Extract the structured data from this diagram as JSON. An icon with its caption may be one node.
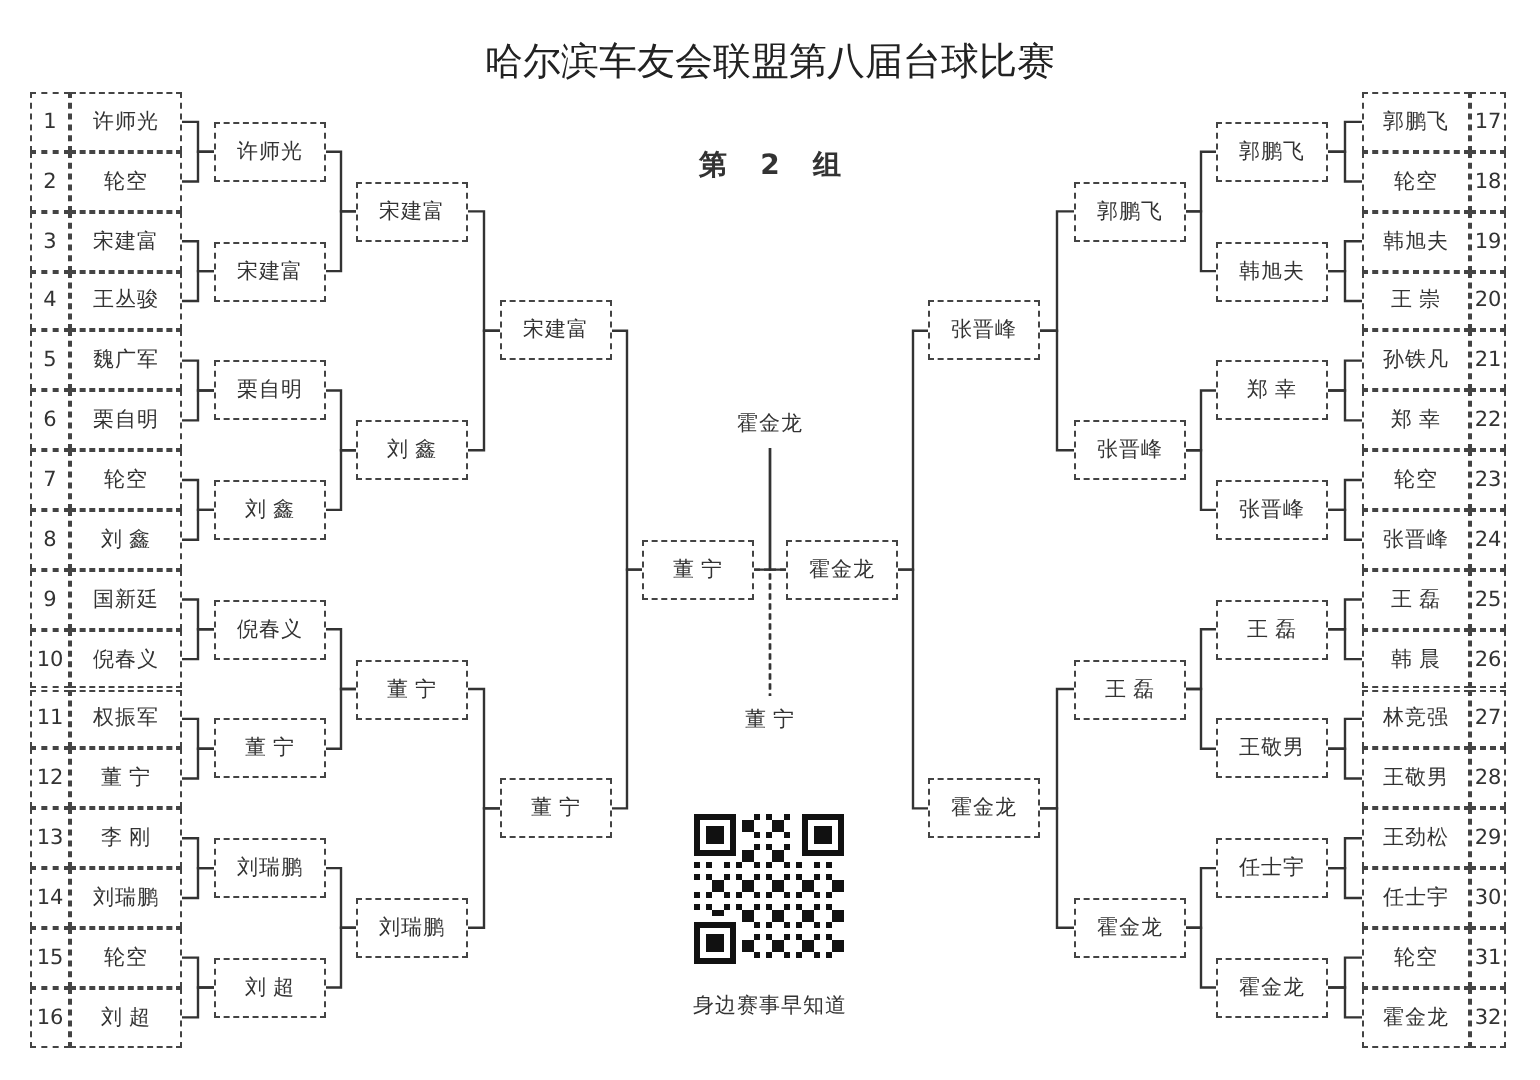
{
  "diagram": {
    "title": "哈尔滨车友会联盟第八届台球比赛",
    "nodes": [
      {
        "text": [
          "1",
          "许师光"
        ]
      },
      {
        "text": [
          "2",
          "轮空"
        ]
      },
      {
        "text": [
          "3",
          "宋建富"
        ]
      },
      {
        "text": [
          "4",
          "王丛骏"
        ]
      },
      {
        "text": [
          "5",
          "魏广军"
        ]
      },
      {
        "text": [
          "6",
          "栗自明"
        ]
      },
      {
        "text": [
          "7",
          "轮空"
        ]
      },
      {
        "text": [
          "8",
          "刘 鑫"
        ]
      },
      {
        "text": [
          "9",
          "国新廷"
        ]
      },
      {
        "text": [
          "10",
          "倪春义"
        ]
      },
      {
        "text": [
          "11",
          "权振军"
        ]
      },
      {
        "text": [
          "12",
          "董 宁"
        ]
      },
      {
        "text": [
          "13",
          "李 刚"
        ]
      },
      {
        "text": [
          "14",
          "刘瑞鹏"
        ]
      },
      {
        "text": [
          "15",
          "轮空"
        ]
      },
      {
        "text": [
          "16",
          "刘 超"
        ]
      },
      {
        "text": [
          "郭鹏飞",
          "17"
        ]
      },
      {
        "text": [
          "轮空",
          "18"
        ]
      },
      {
        "text": [
          "韩旭夫",
          "19"
        ]
      },
      {
        "text": [
          "王 崇",
          "20"
        ]
      },
      {
        "text": [
          "孙铁凡",
          "21"
        ]
      },
      {
        "text": [
          "郑 幸",
          "22"
        ]
      },
      {
        "text": [
          "轮空",
          "23"
        ]
      },
      {
        "text": [
          "张晋峰",
          "24"
        ]
      },
      {
        "text": [
          "王 磊",
          "25"
        ]
      },
      {
        "text": [
          "韩 晨",
          "26"
        ]
      },
      {
        "text": [
          "林竞强",
          "27"
        ]
      },
      {
        "text": [
          "王敬男",
          "28"
        ]
      },
      {
        "text": [
          "王劲松",
          "29"
        ]
      },
      {
        "text": [
          "任士宇",
          "30"
        ]
      },
      {
        "text": [
          "轮空",
          "31"
        ]
      },
      {
        "text": [
          "霍金龙",
          "32"
        ]
      },
      {
        "text": [
          "许师光"
        ]
      },
      {
        "text": [
          "宋建富"
        ]
      },
      {
        "text": [
          "栗自明"
        ]
      },
      {
        "text": [
          "刘 鑫"
        ]
      },
      {
        "text": [
          "倪春义"
        ]
      },
      {
        "text": [
          "董 宁"
        ]
      },
      {
        "text": [
          "刘瑞鹏"
        ]
      },
      {
        "text": [
          "刘 超"
        ]
      },
      {
        "text": [
          "宋建富"
        ]
      },
      {
        "text": [
          "刘 鑫"
        ]
      },
      {
        "text": [
          "董 宁"
        ]
      },
      {
        "text": [
          "刘瑞鹏"
        ]
      },
      {
        "text": [
          "宋建富"
        ]
      },
      {
        "text": [
          "董 宁"
        ]
      },
      {
        "text": [
          "董 宁"
        ]
      },
      {
        "text": [
          "霍金龙"
        ]
      },
      {
        "text": [
          "张晋峰"
        ]
      },
      {
        "text": [
          "霍金龙"
        ]
      },
      {
        "text": [
          "郭鹏飞"
        ]
      },
      {
        "text": [
          "张晋峰"
        ]
      },
      {
        "text": [
          "王 磊"
        ]
      },
      {
        "text": [
          "霍金龙"
        ]
      },
      {
        "text": [
          "郭鹏飞"
        ]
      },
      {
        "text": [
          "韩旭夫"
        ]
      },
      {
        "text": [
          "郑 幸"
        ]
      },
      {
        "text": [
          "张晋峰"
        ]
      },
      {
        "text": [
          "王 磊"
        ]
      },
      {
        "text": [
          "王敬男"
        ]
      },
      {
        "text": [
          "任士宇"
        ]
      },
      {
        "text": [
          "霍金龙"
        ]
      },
      {
        "text": [
          "霍金龙"
        ]
      },
      {
        "text": [
          "董 宁"
        ]
      }
    ],
    "edges": [
      {
        "from": 0,
        "to": 32,
        "arrow": "none"
      },
      {
        "from": 1,
        "to": 32,
        "arrow": "none"
      },
      {
        "from": 2,
        "to": 33,
        "arrow": "none"
      },
      {
        "from": 3,
        "to": 33,
        "arrow": "none"
      },
      {
        "from": 4,
        "to": 34,
        "arrow": "none"
      },
      {
        "from": 5,
        "to": 34,
        "arrow": "none"
      },
      {
        "from": 6,
        "to": 35,
        "arrow": "none"
      },
      {
        "from": 7,
        "to": 35,
        "arrow": "none"
      },
      {
        "from": 8,
        "to": 36,
        "arrow": "none"
      },
      {
        "from": 9,
        "to": 36,
        "arrow": "none"
      },
      {
        "from": 10,
        "to": 37,
        "arrow": "none"
      },
      {
        "from": 11,
        "to": 37,
        "arrow": "none"
      },
      {
        "from": 12,
        "to": 38,
        "arrow": "none"
      },
      {
        "from": 13,
        "to": 38,
        "arrow": "none"
      },
      {
        "from": 14,
        "to": 39,
        "arrow": "none"
      },
      {
        "from": 15,
        "to": 39,
        "arrow": "none"
      },
      {
        "from": 32,
        "to": 40,
        "arrow": "none"
      },
      {
        "from": 33,
        "to": 40,
        "arrow": "none"
      },
      {
        "from": 34,
        "to": 41,
        "arrow": "none"
      },
      {
        "from": 35,
        "to": 41,
        "arrow": "none"
      },
      {
        "from": 36,
        "to": 42,
        "arrow": "none"
      },
      {
        "from": 37,
        "to": 42,
        "arrow": "none"
      },
      {
        "from": 38,
        "to": 43,
        "arrow": "none"
      },
      {
        "from": 39,
        "to": 43,
        "arrow": "none"
      },
      {
        "from": 40,
        "to": 44,
        "arrow": "none"
      },
      {
        "from": 41,
        "to": 44,
        "arrow": "none"
      },
      {
        "from": 42,
        "to": 45,
        "arrow": "none"
      },
      {
        "from": 43,
        "to": 45,
        "arrow": "none"
      },
      {
        "from": 44,
        "to": 46,
        "arrow": "none"
      },
      {
        "from": 45,
        "to": 46,
        "arrow": "none"
      },
      {
        "from": 16,
        "to": 54,
        "arrow": "none"
      },
      {
        "from": 17,
        "to": 54,
        "arrow": "none"
      },
      {
        "from": 18,
        "to": 55,
        "arrow": "none"
      },
      {
        "from": 19,
        "to": 55,
        "arrow": "none"
      },
      {
        "from": 20,
        "to": 56,
        "arrow": "none"
      },
      {
        "from": 21,
        "to": 56,
        "arrow": "none"
      },
      {
        "from": 22,
        "to": 57,
        "arrow": "none"
      },
      {
        "from": 23,
        "to": 57,
        "arrow": "none"
      },
      {
        "from": 24,
        "to": 58,
        "arrow": "none"
      },
      {
        "from": 25,
        "to": 58,
        "arrow": "none"
      },
      {
        "from": 26,
        "to": 59,
        "arrow": "none"
      },
      {
        "from": 27,
        "to": 59,
        "arrow": "none"
      },
      {
        "from": 28,
        "to": 60,
        "arrow": "none"
      },
      {
        "from": 29,
        "to": 60,
        "arrow": "none"
      },
      {
        "from": 30,
        "to": 61,
        "arrow": "none"
      },
      {
        "from": 31,
        "to": 61,
        "arrow": "none"
      },
      {
        "from": 54,
        "to": 50,
        "arrow": "none"
      },
      {
        "from": 55,
        "to": 50,
        "arrow": "none"
      },
      {
        "from": 56,
        "to": 51,
        "arrow": "none"
      },
      {
        "from": 57,
        "to": 51,
        "arrow": "none"
      },
      {
        "from": 58,
        "to": 52,
        "arrow": "none"
      },
      {
        "from": 59,
        "to": 52,
        "arrow": "none"
      },
      {
        "from": 60,
        "to": 53,
        "arrow": "none"
      },
      {
        "from": 61,
        "to": 53,
        "arrow": "none"
      },
      {
        "from": 50,
        "to": 48,
        "arrow": "none"
      },
      {
        "from": 51,
        "to": 48,
        "arrow": "none"
      },
      {
        "from": 52,
        "to": 49,
        "arrow": "none"
      },
      {
        "from": 53,
        "to": 49,
        "arrow": "none"
      },
      {
        "from": 48,
        "to": 47,
        "arrow": "none"
      },
      {
        "from": 49,
        "to": 47,
        "arrow": "none"
      },
      {
        "from": 46,
        "to": 62,
        "arrow": "none"
      },
      {
        "from": 47,
        "to": 62,
        "arrow": "none"
      },
      {
        "from": 46,
        "to": 63,
        "arrow": "none",
        "style": "dashed"
      },
      {
        "from": 47,
        "to": 63,
        "arrow": "none",
        "style": "dashed"
      }
    ],
    "labels": [
      "第 2 组",
      "身边赛事早知道"
    ]
  }
}
